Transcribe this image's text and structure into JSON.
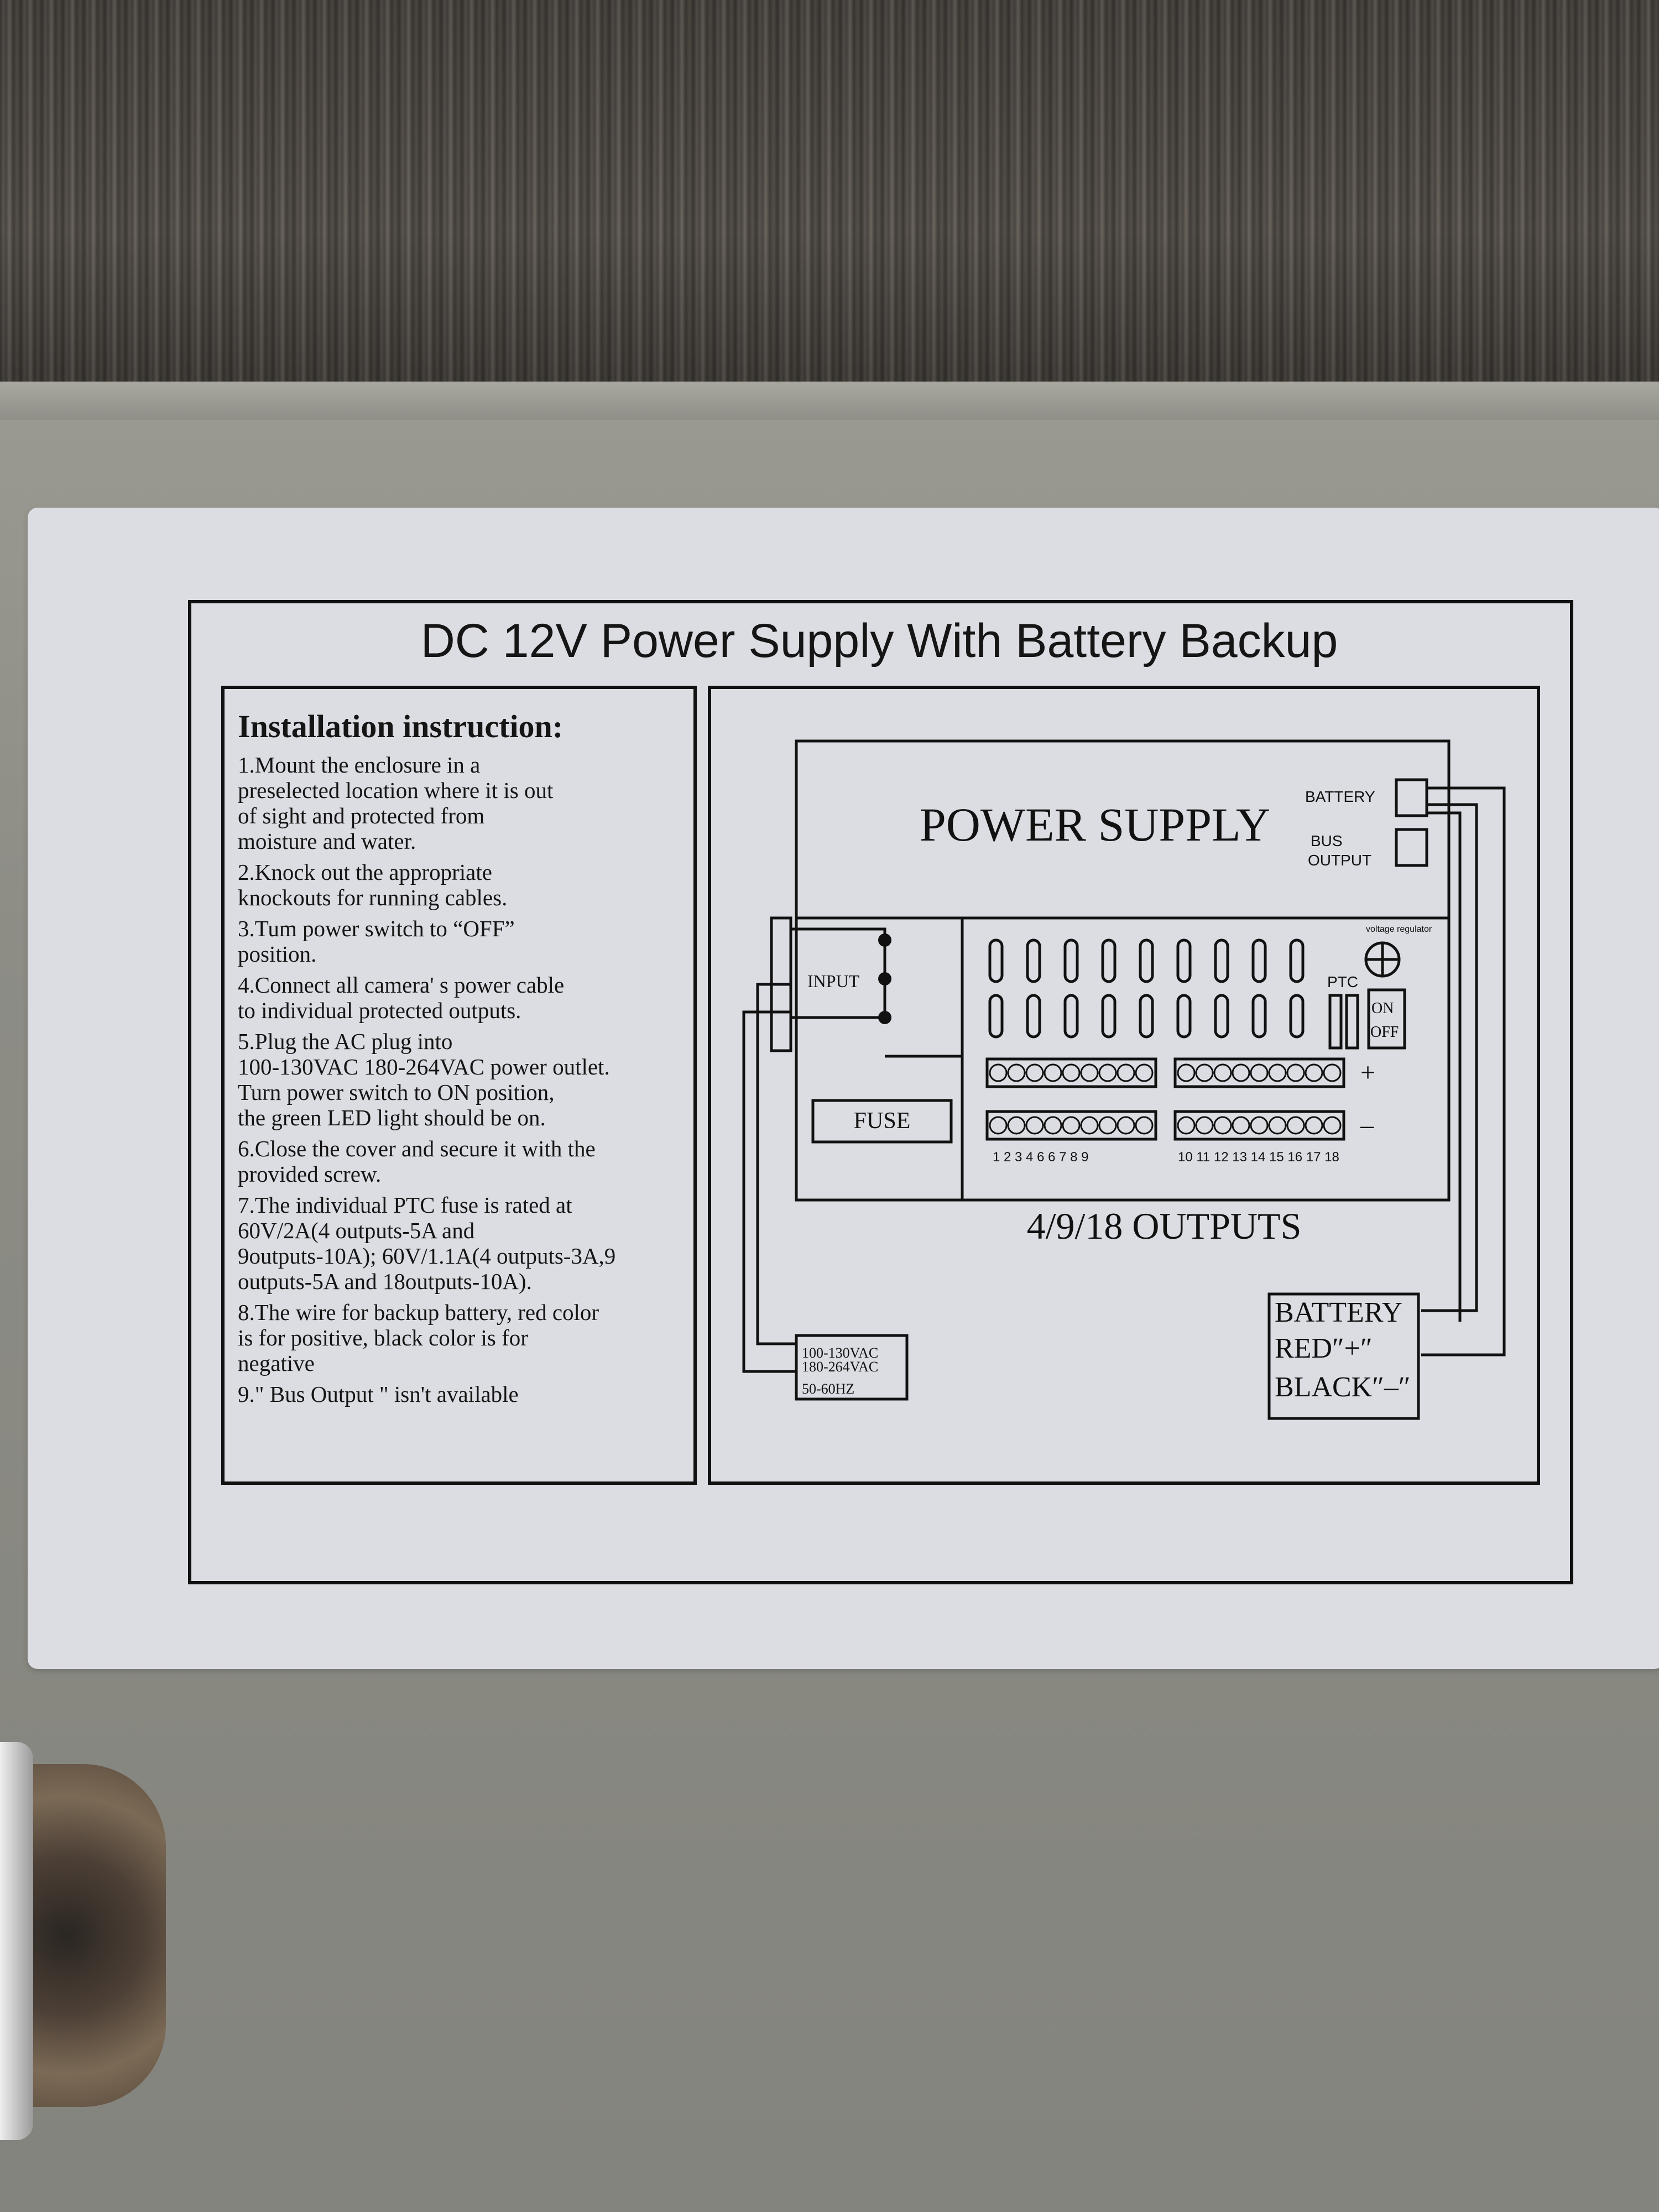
{
  "label": {
    "title": "DC 12V Power Supply With Battery Backup",
    "instructions": {
      "heading": "Installation instruction:",
      "steps": [
        "1.Mount the enclosure in a\n   preselected location where it is out\n   of sight and protected from\n   moisture and water.",
        "2.Knock out the appropriate\n   knockouts for running cables.",
        "3.Tum power switch to   “OFF”\n   position.",
        "4.Connect all camera' s power cable\n   to individual protected outputs.",
        "5.Plug the AC plug into\n100-130VAC 180-264VAC power outlet.\n Turn power switch to ON position,\n  the green LED light should be on.",
        "6.Close the cover and secure it with the\n   provided screw.",
        "7.The individual PTC fuse is rated at\n   60V/2A(4 outputs-5A and\n   9outputs-10A); 60V/1.1A(4 outputs-3A,9\n   outputs-5A and 18outputs-10A).",
        "8.The wire for backup battery, red color\n  is for positive, black color is for\n  negative",
        "9.\" Bus Output \" isn't available"
      ]
    },
    "diagram": {
      "power_supply_label": "POWER  SUPPLY",
      "battery_terminal_label": "BATTERY",
      "bus_label": "BUS",
      "output_label": "OUTPUT",
      "input_label": "INPUT",
      "fuse_label": "FUSE",
      "voltage_regulator_label": "voltage regulator",
      "ptc_label": "PTC",
      "on_label": "ON",
      "off_label": "OFF",
      "plus_sign": "+",
      "minus_sign": "–",
      "output_numbers_left": "1  2  3  4  6  6  7  8  9",
      "output_numbers_right": "10 11 12 13 14 15 16 17 18",
      "outputs_caption": "4/9/18 OUTPUTS",
      "ac_line1": "100-130VAC",
      "ac_line2": "180-264VAC",
      "ac_freq": "50-60HZ",
      "battery_box_title": "BATTERY",
      "battery_red": "RED″+″",
      "battery_black": "BLACK″–″"
    }
  }
}
